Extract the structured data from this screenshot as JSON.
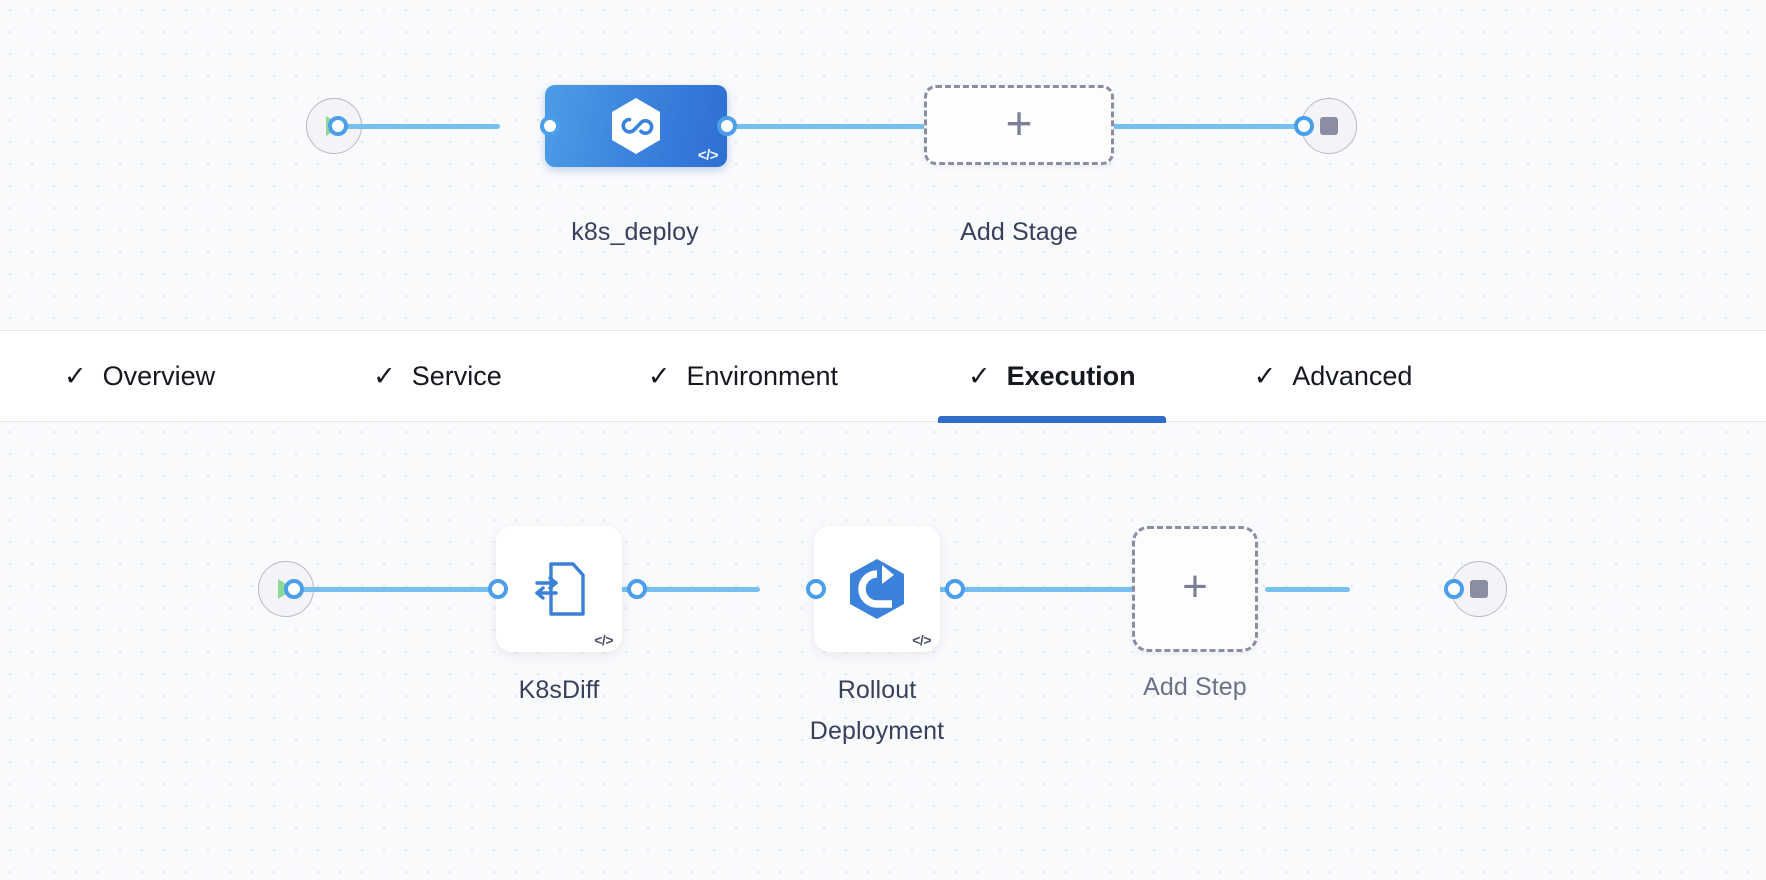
{
  "colors": {
    "canvas_bg": "#f9fafc",
    "grid_dot": "#e3e6ee",
    "link": "#76c0f0",
    "port_ring": "#4a9eea",
    "stage_blue_from": "#4d9ce8",
    "stage_blue_to": "#2e6fd2",
    "step_icon_blue": "#3b82dd",
    "dashed_border": "#8b8da3",
    "active_tab_underline": "#2f6dc9",
    "play_green": "#8ed99a",
    "stop_gray": "#8b8da3",
    "label_text": "#38405c",
    "muted_text": "#6d7187"
  },
  "stages_graph": {
    "start_node": {
      "icon": "play-icon",
      "name": "pipeline-start"
    },
    "end_node": {
      "icon": "stop-icon",
      "name": "pipeline-end"
    },
    "nodes": [
      {
        "id": "stage-k8s-deploy",
        "label": "k8s_deploy",
        "type": "stage",
        "selected": true,
        "icon": "harness-cd-hexagon-icon",
        "badge": "</>"
      },
      {
        "id": "add-stage",
        "label": "Add Stage",
        "type": "add-placeholder",
        "icon": "plus-icon"
      }
    ]
  },
  "tabbar": {
    "tabs": [
      {
        "label": "Overview",
        "check": "✓",
        "active": false
      },
      {
        "label": "Service",
        "check": "✓",
        "active": false
      },
      {
        "label": "Environment",
        "check": "✓",
        "active": false
      },
      {
        "label": "Execution",
        "check": "✓",
        "active": true
      },
      {
        "label": "Advanced",
        "check": "✓",
        "active": false
      }
    ]
  },
  "steps_graph": {
    "start_node": {
      "icon": "play-icon",
      "name": "execution-start"
    },
    "end_node": {
      "icon": "stop-icon",
      "name": "execution-end"
    },
    "nodes": [
      {
        "id": "step-k8sdiff",
        "label": "K8sDiff",
        "type": "step",
        "icon": "k8s-diff-document-icon",
        "badge": "</>"
      },
      {
        "id": "step-rollout-deployment",
        "label": "Rollout\nDeployment",
        "type": "step",
        "icon": "rollout-hexagon-icon",
        "badge": "</>"
      },
      {
        "id": "add-step",
        "label": "Add Step",
        "type": "add-placeholder",
        "icon": "plus-icon"
      }
    ]
  }
}
